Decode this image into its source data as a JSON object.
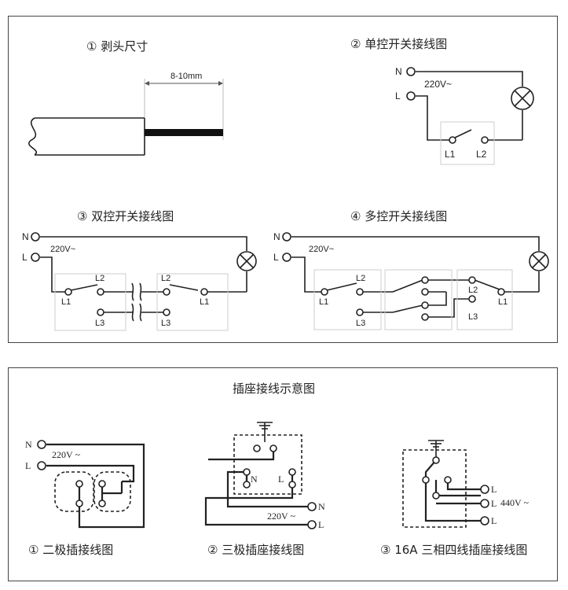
{
  "switch_panel": {
    "strip": {
      "title": "① 剥头尺寸",
      "dimension": "8-10mm"
    },
    "single": {
      "title": "② 单控开关接线图",
      "n": "N",
      "l": "L",
      "voltage": "220V~",
      "l1": "L1",
      "l2": "L2"
    },
    "double": {
      "title": "③ 双控开关接线图",
      "n": "N",
      "l": "L",
      "voltage": "220V~",
      "l1": "L1",
      "l2": "L2",
      "l3": "L3"
    },
    "multi": {
      "title": "④ 多控开关接线图",
      "n": "N",
      "l": "L",
      "voltage": "220V~",
      "l1": "L1",
      "l2": "L2",
      "l3": "L3"
    }
  },
  "socket_panel": {
    "title": "插座接线示意图",
    "two_pin": {
      "caption": "① 二极插接线图",
      "n": "N",
      "l": "L",
      "voltage": "220V ~"
    },
    "three_pin": {
      "caption": "② 三极插座接线图",
      "n": "N",
      "l": "L",
      "voltage": "220V ~"
    },
    "four_wire": {
      "caption": "③ 16A 三相四线插座接线图",
      "l": "L",
      "voltage": "440V ~"
    }
  }
}
